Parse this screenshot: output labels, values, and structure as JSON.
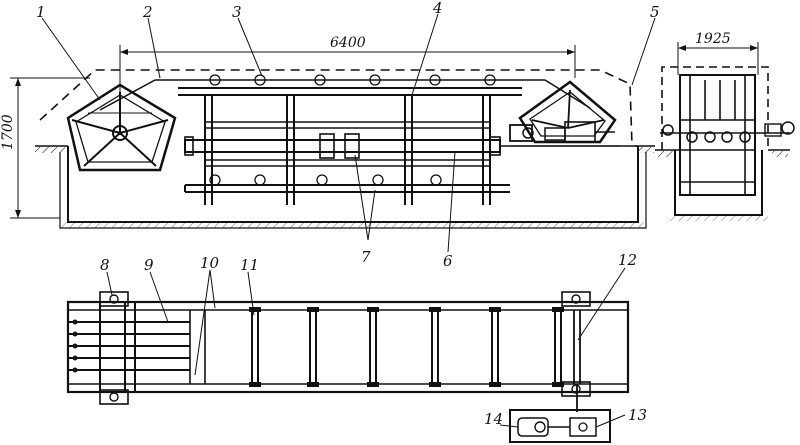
{
  "callouts": {
    "c1": "1",
    "c2": "2",
    "c3": "3",
    "c4": "4",
    "c5": "5",
    "c6": "6",
    "c7": "7",
    "c8": "8",
    "c9": "9",
    "c10": "10",
    "c11": "11",
    "c12": "12",
    "c13": "13",
    "c14": "14"
  },
  "dimensions": {
    "length": "6400",
    "height": "1700",
    "width": "1925"
  },
  "colors": {
    "ink": "#111111",
    "paper": "#ffffff"
  }
}
